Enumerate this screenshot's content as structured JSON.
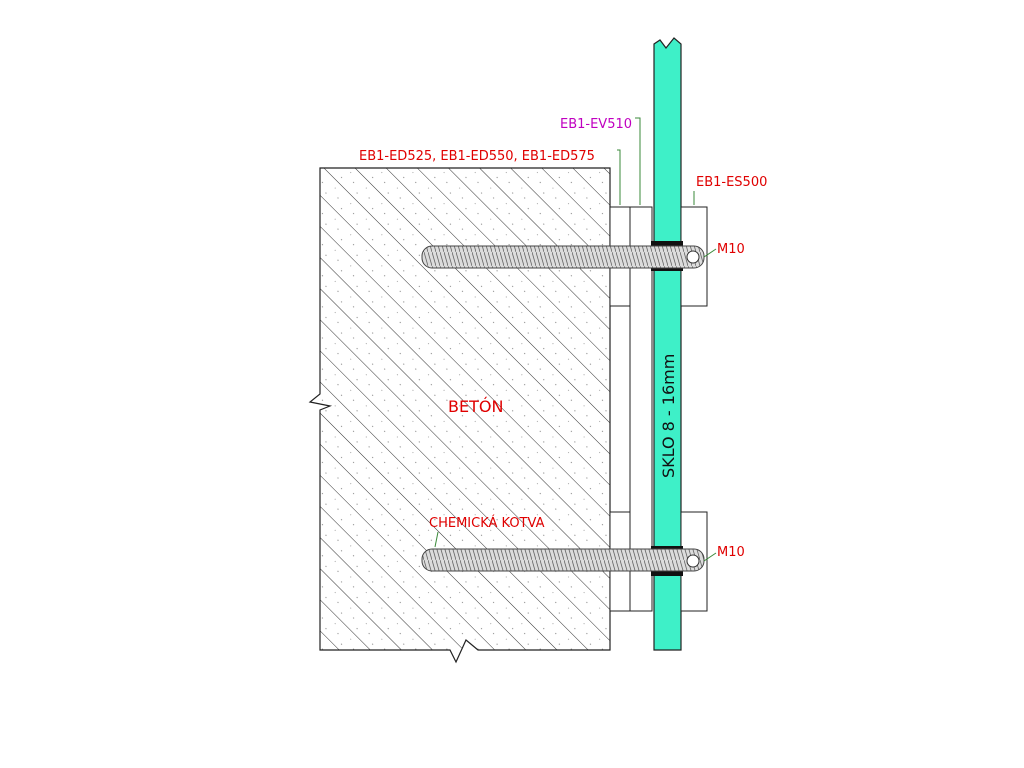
{
  "labels": {
    "concrete": "BETÓN",
    "glass": "SKLO  8 - 16mm",
    "chemical_anchor": "CHEMICKÁ KOTVA",
    "spacer": "EB1-ED525, EB1-ED550, EB1-ED575",
    "sleeve": "EB1-EV510",
    "cap": "EB1-ES500",
    "bolt_top": "M10",
    "bolt_bottom": "M10"
  },
  "colors": {
    "red_label": "#e00000",
    "magenta_label": "#c000c0",
    "glass_fill": "#3ef0c8",
    "leader": "#3a8a3a"
  }
}
